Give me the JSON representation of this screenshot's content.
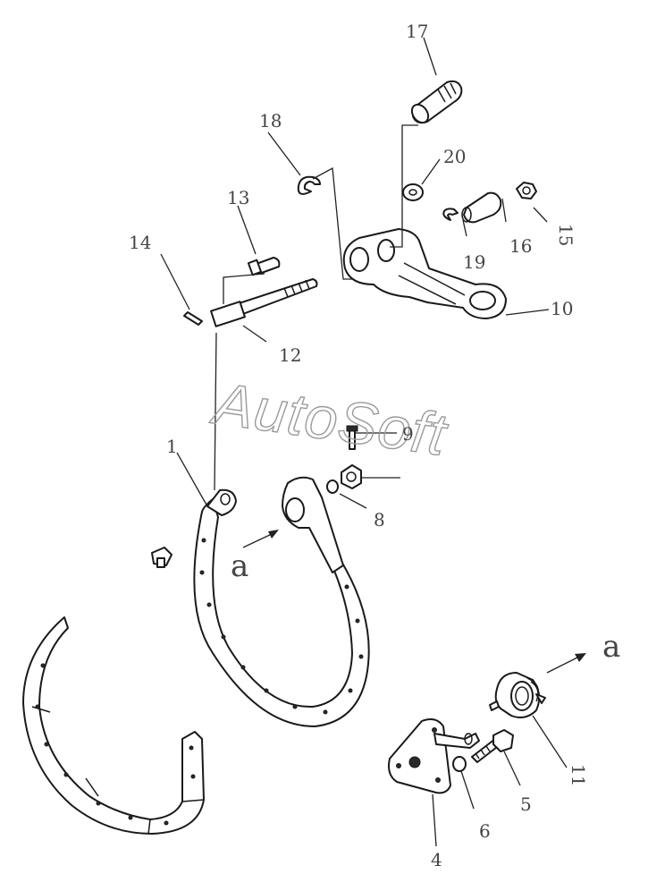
{
  "labels": {
    "p1": "1",
    "p4": "4",
    "p5": "5",
    "p6": "6",
    "p8": "8",
    "p9": "9",
    "p10": "10",
    "p11": "11",
    "p12": "12",
    "p13": "13",
    "p14": "14",
    "p15": "15",
    "p16": "16",
    "p17": "17",
    "p18": "18",
    "p19": "19",
    "p20": "20"
  },
  "markers": {
    "a_left": "a",
    "a_right": "a"
  },
  "watermark": "AutoSoft"
}
